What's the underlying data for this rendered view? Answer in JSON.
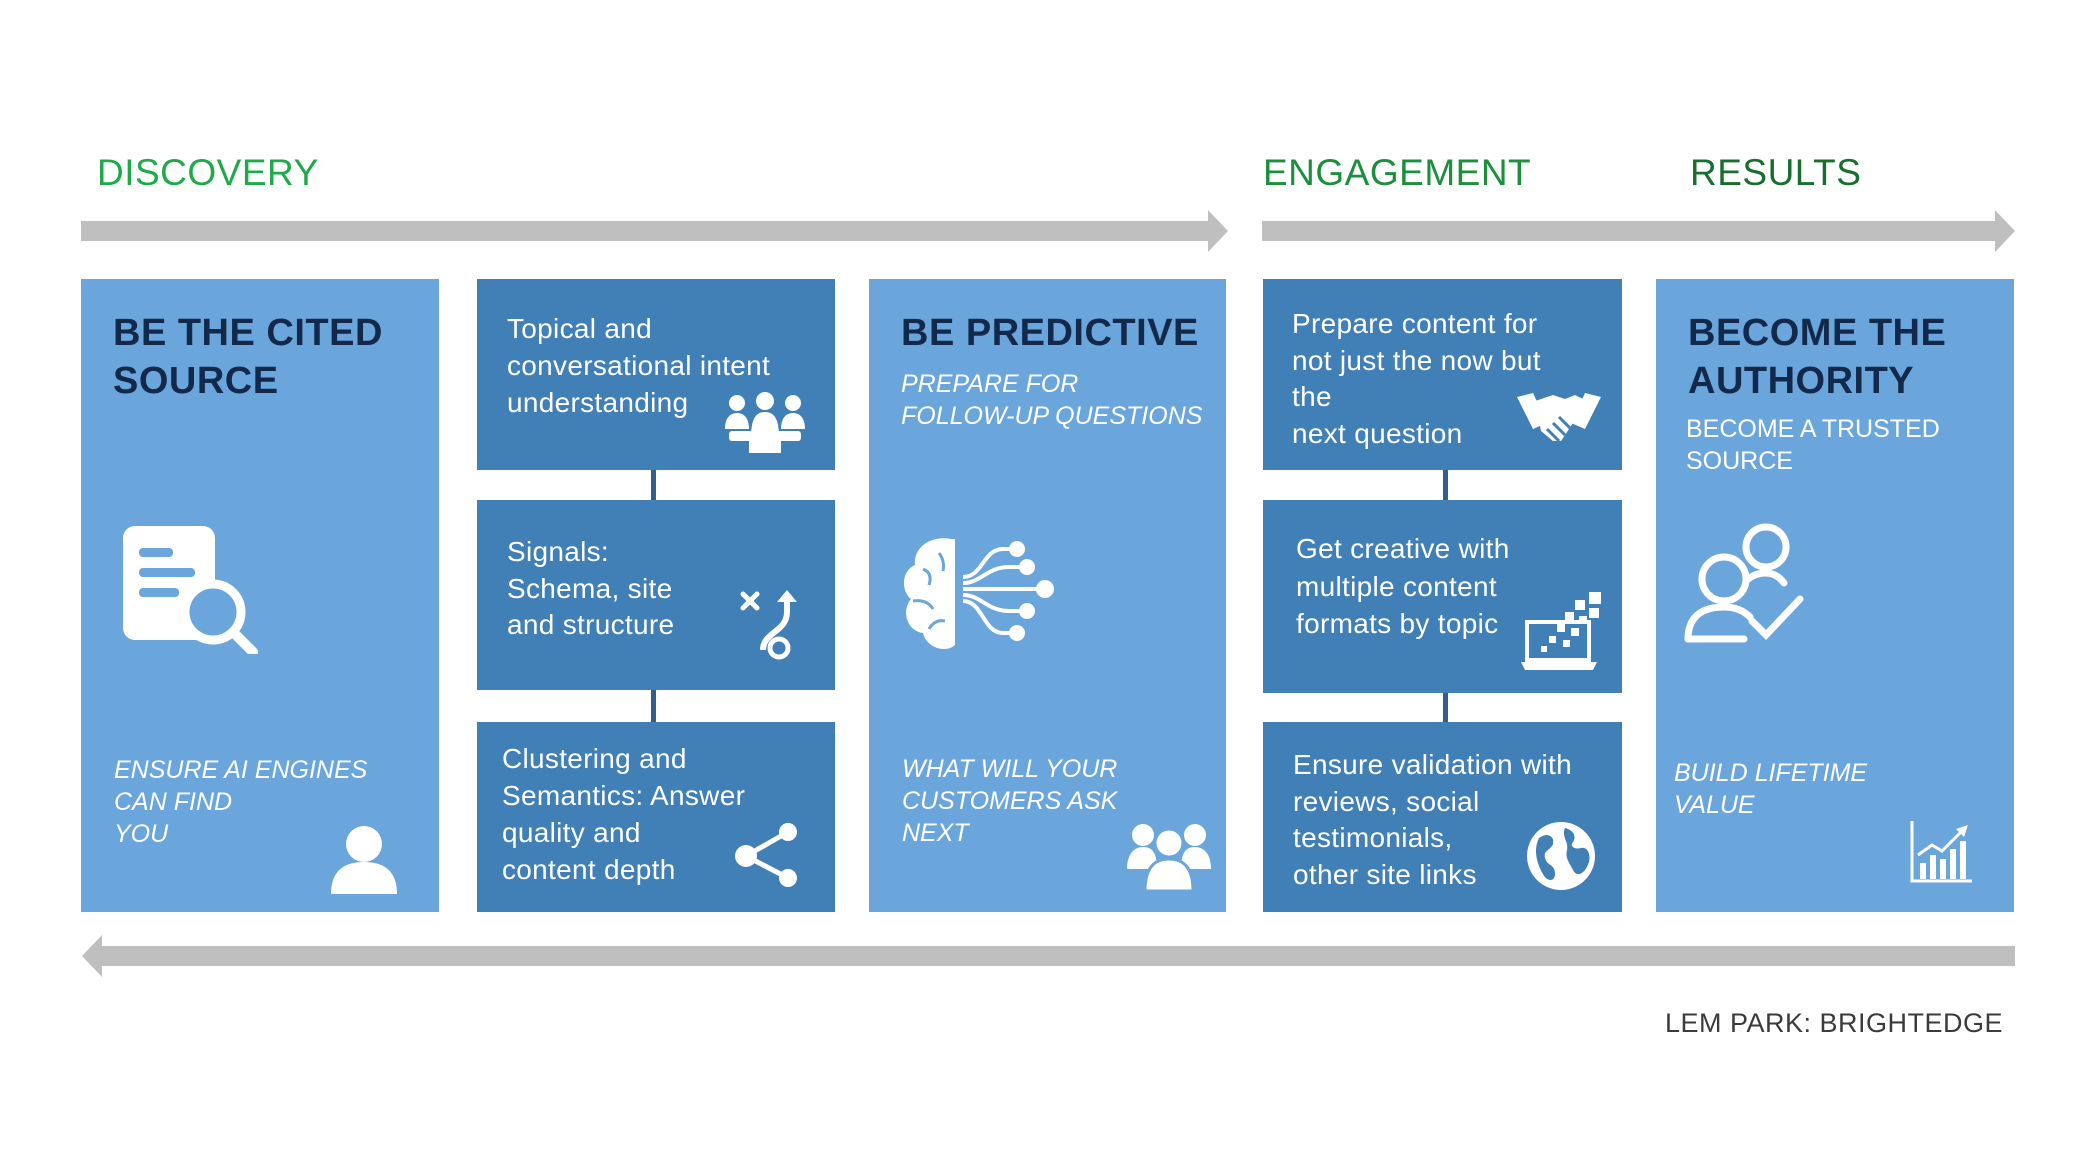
{
  "stages": {
    "discovery": "DISCOVERY",
    "engagement": "ENGAGEMENT",
    "results": "RESULTS"
  },
  "columns": {
    "cited": {
      "title_line1": "BE THE CITED",
      "title_line2": "SOURCE",
      "bottom_line1": "ENSURE AI ENGINES",
      "bottom_line2": "CAN FIND",
      "bottom_line3": "YOU",
      "icon_main": "document-search-icon",
      "icon_bottom": "user-icon"
    },
    "signals": {
      "box1": {
        "line1": "Topical and",
        "line2": "conversational intent",
        "line3": "understanding",
        "icon": "team-meeting-icon"
      },
      "box2": {
        "line1": "Signals:",
        "line2": "Schema, site",
        "line3": "and structure",
        "icon": "route-icon"
      },
      "box3": {
        "line1": "Clustering and",
        "line2": "Semantics: Answer",
        "line3": "quality and",
        "line4": "content depth",
        "icon": "share-nodes-icon"
      }
    },
    "predictive": {
      "title": "BE PREDICTIVE",
      "sub_line1": "PREPARE FOR",
      "sub_line2": "FOLLOW-UP  QUESTIONS",
      "bottom_line1": "WHAT WILL YOUR",
      "bottom_line2": "CUSTOMERS  ASK",
      "bottom_line3": "NEXT",
      "icon_main": "ai-brain-icon",
      "icon_bottom": "group-icon"
    },
    "engagement": {
      "box1": {
        "line1": "Prepare content for",
        "line2": "not just the now but",
        "line3": "the",
        "line4": "next question",
        "icon": "handshake-icon"
      },
      "box2": {
        "line1": "Get creative with",
        "line2": "multiple content",
        "line3": "formats by topic",
        "icon": "laptop-pixels-icon"
      },
      "box3": {
        "line1": "Ensure validation with",
        "line2": "reviews, social",
        "line3": "testimonials,",
        "line4": "other site links",
        "icon": "globe-icon"
      }
    },
    "authority": {
      "title_line1": "BECOME THE",
      "title_line2": "AUTHORITY",
      "sub_line1": "BECOME A  TRUSTED",
      "sub_line2": "SOURCE",
      "bottom_line1": "BUILD LIFETIME",
      "bottom_line2": "VALUE",
      "icon_main": "users-check-icon",
      "icon_bottom": "growth-chart-icon"
    }
  },
  "credit": "LEM PARK: BRIGHTEDGE",
  "colors": {
    "light_box": "#6aa6dc",
    "dark_box": "#417fb7",
    "title_navy": "#13294b",
    "arrow_gray": "#bfbfbf",
    "discovery_green": "#1faa4a",
    "engagement_green": "#1b8f3c",
    "results_green": "#186f2d"
  }
}
